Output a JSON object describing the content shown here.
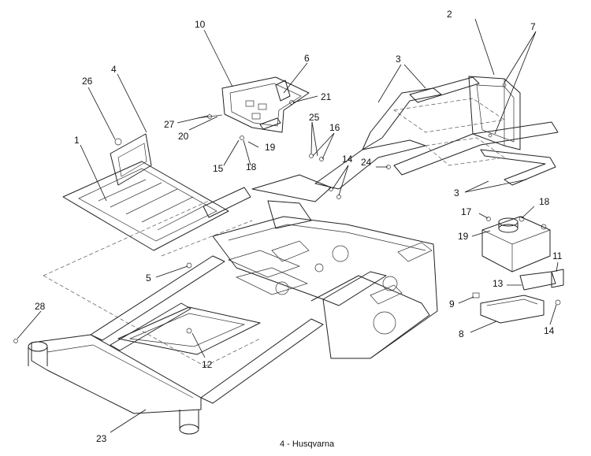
{
  "caption": "4 - Husqvarna",
  "callouts": [
    "1",
    "2",
    "3",
    "3",
    "4",
    "5",
    "6",
    "7",
    "8",
    "9",
    "10",
    "11",
    "12",
    "13",
    "14",
    "14",
    "15",
    "16",
    "17",
    "18",
    "18",
    "19",
    "19",
    "20",
    "21",
    "23",
    "24",
    "25",
    "26",
    "27",
    "28"
  ]
}
